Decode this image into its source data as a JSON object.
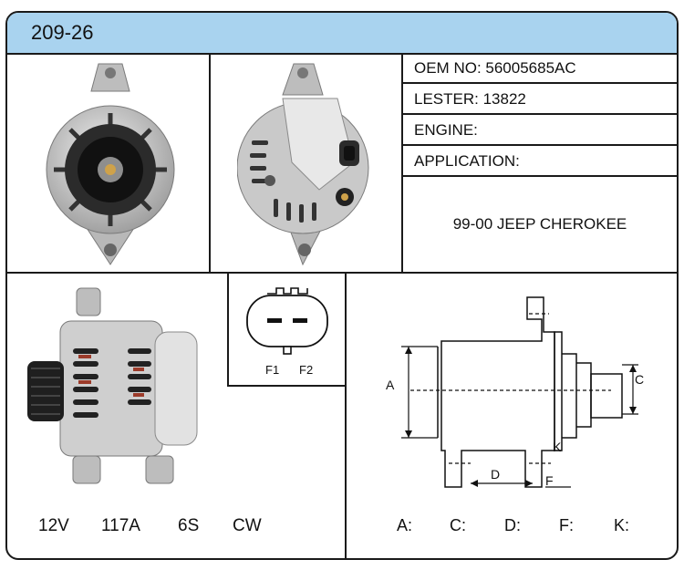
{
  "header": {
    "part_number": "209-26"
  },
  "info": {
    "oem": "OEM NO: 56005685AC",
    "lester": "LESTER: 13822",
    "engine": "ENGINE:",
    "application_label": "APPLICATION:",
    "application_value": "99-00 JEEP CHEROKEE"
  },
  "specs": {
    "voltage": "12V",
    "amperage": "117A",
    "pulley": "6S",
    "rotation": "CW"
  },
  "connector": {
    "pin1": "F1",
    "pin2": "F2"
  },
  "dimension_labels": {
    "a": "A",
    "c": "C",
    "d": "D",
    "f": "F",
    "k": "K"
  },
  "dimensions": {
    "a": "A:",
    "c": "C:",
    "d": "D:",
    "f": "F:",
    "k": "K:"
  },
  "colors": {
    "header_bg": "#a9d3ef",
    "border": "#1a1a1a"
  }
}
